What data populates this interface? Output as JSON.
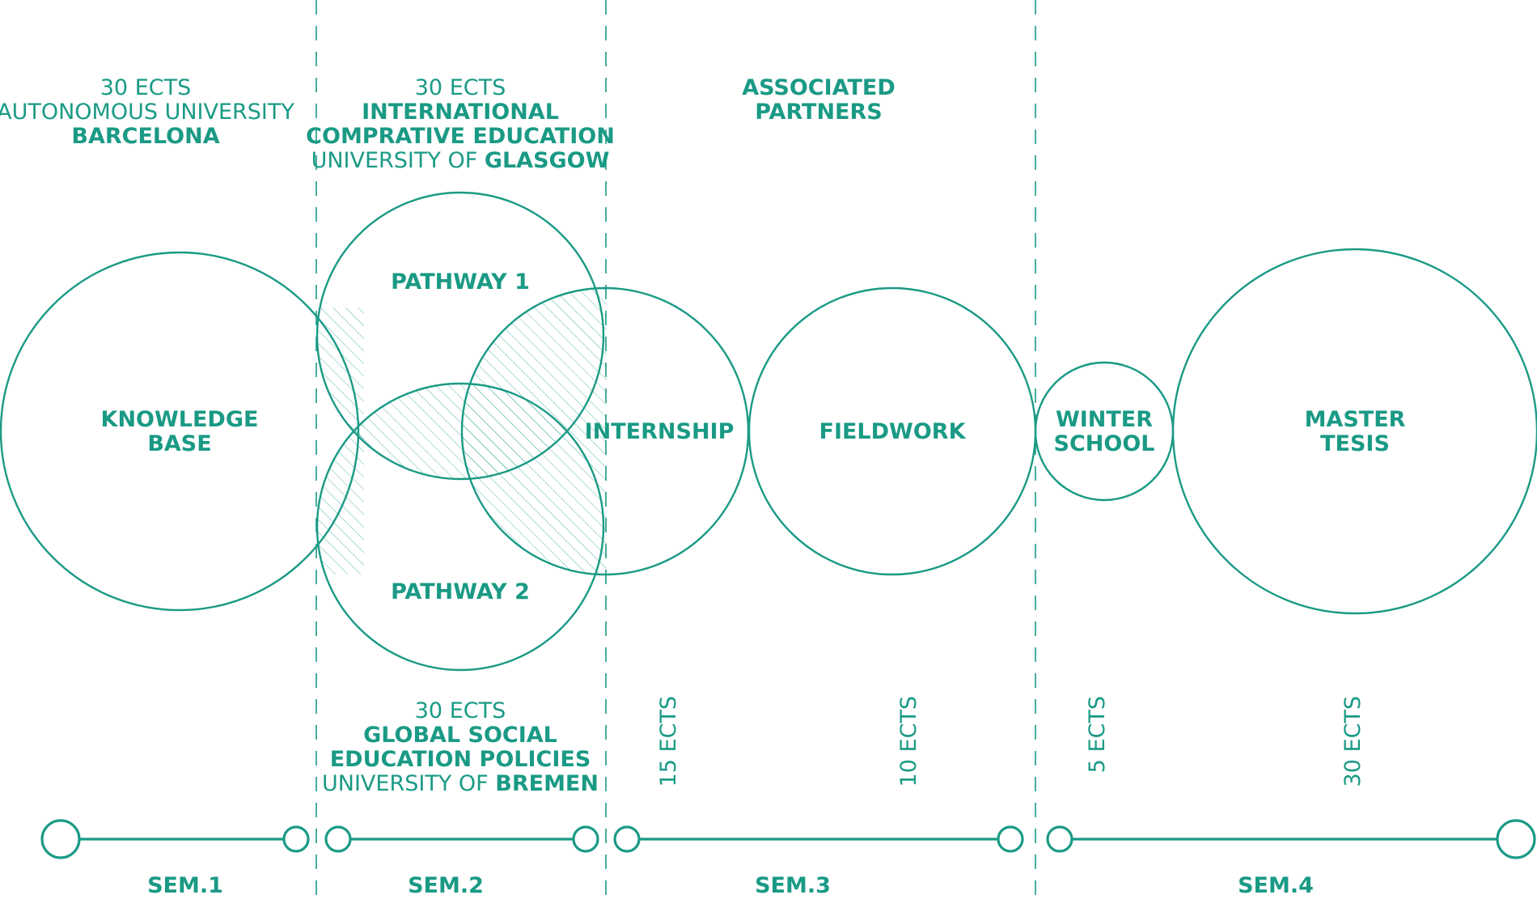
{
  "colors": {
    "accent": "#1a9a85",
    "background": "#ffffff"
  },
  "top": {
    "barcelona": {
      "ects": "30 ECTS",
      "line1": "AUTONOMOUS UNIVERSITY",
      "line2": "BARCELONA"
    },
    "glasgow": {
      "ects": "30 ECTS",
      "line1": "INTERNATIONAL",
      "line2": "COMPRATIVE EDUCATION",
      "line3_prefix": "UNIVERSITY OF ",
      "line3_bold": "GLASGOW"
    },
    "partners": {
      "line1": "ASSOCIATED",
      "line2": "PARTNERS"
    }
  },
  "circles": {
    "knowledge": {
      "line1": "KNOWLEDGE",
      "line2": "BASE"
    },
    "pathway1": {
      "label": "PATHWAY 1"
    },
    "pathway2": {
      "label": "PATHWAY 2"
    },
    "internship": {
      "label": "INTERNSHIP"
    },
    "fieldwork": {
      "label": "FIELDWORK"
    },
    "winter": {
      "line1": "WINTER",
      "line2": "SCHOOL"
    },
    "master": {
      "line1": "MASTER",
      "line2": "TESIS"
    }
  },
  "bottom": {
    "bremen": {
      "ects": "30 ECTS",
      "line1": "GLOBAL SOCIAL",
      "line2": "EDUCATION POLICIES",
      "line3_prefix": "UNIVERSITY OF ",
      "line3_bold": "BREMEN"
    },
    "internship_ects": "15 ECTS",
    "fieldwork_ects": "10 ECTS",
    "winter_ects": "5 ECTS",
    "master_ects": "30 ECTS"
  },
  "semesters": [
    "SEM.1",
    "SEM.2",
    "SEM.3",
    "SEM.4"
  ]
}
